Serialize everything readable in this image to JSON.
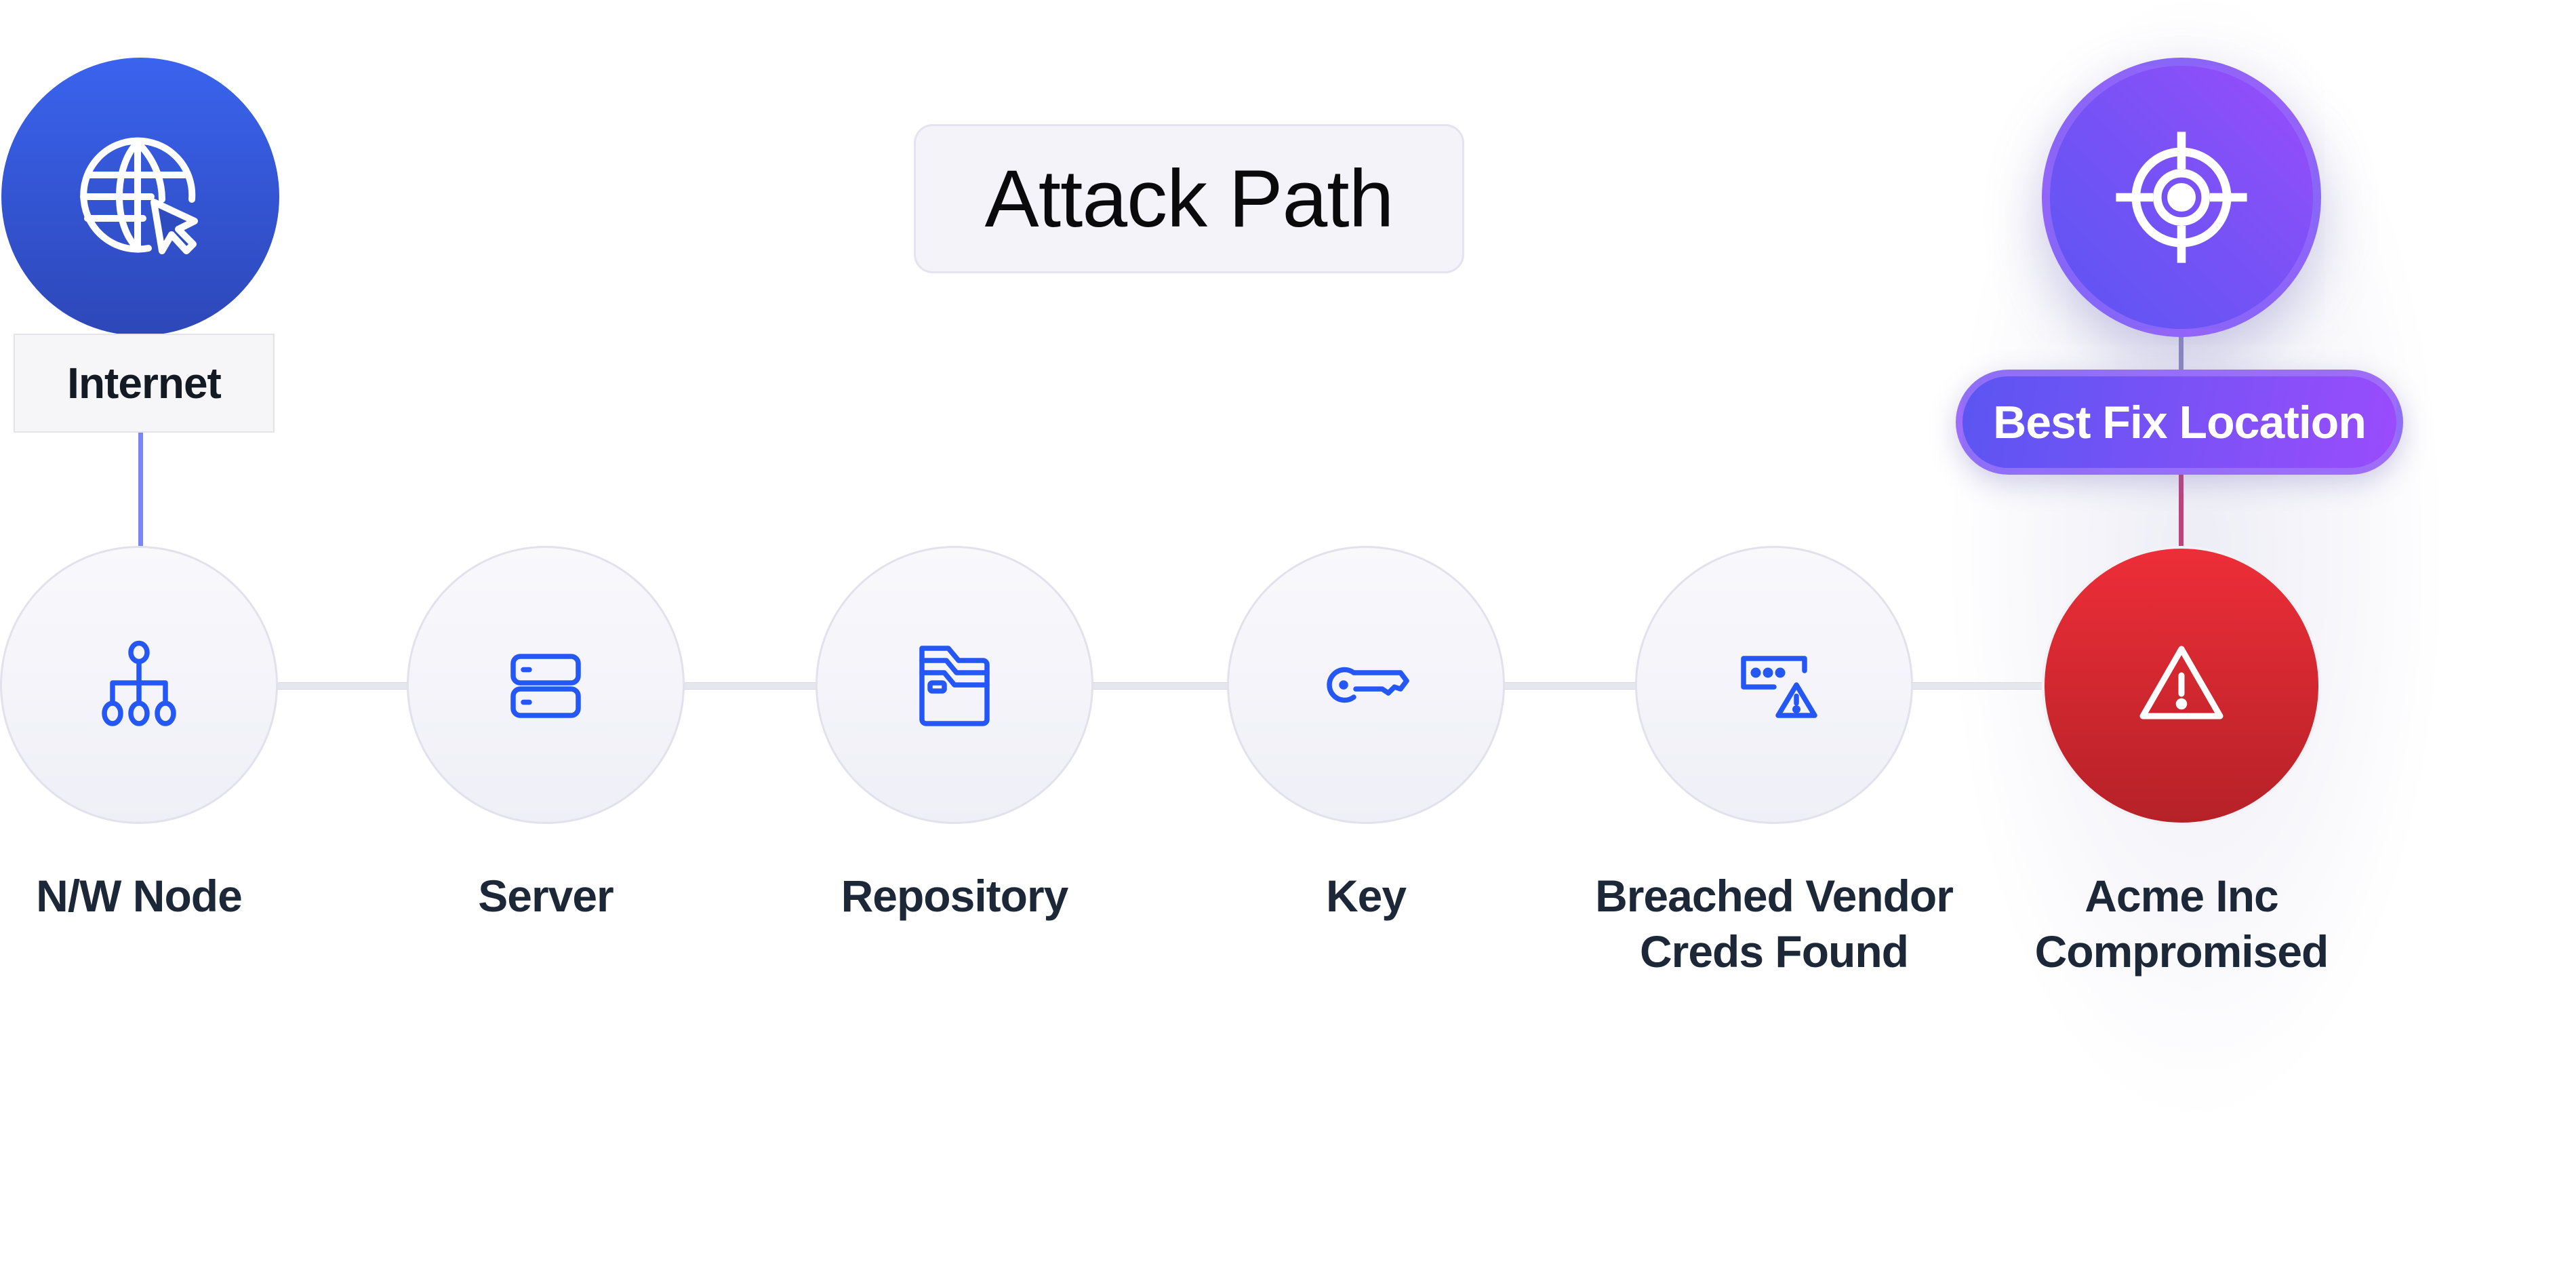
{
  "title": "Attack Path",
  "source_node": {
    "label": "Internet",
    "icon": "globe-cursor-icon",
    "color": "#3458e0"
  },
  "target_node": {
    "icon": "crosshair-target-icon",
    "badge_label": "Best Fix Location",
    "color": "#7a52f6"
  },
  "path_nodes": [
    {
      "label_line1": "N/W Node",
      "label_line2": "",
      "icon": "network-hierarchy-icon"
    },
    {
      "label_line1": "Server",
      "label_line2": "",
      "icon": "server-stack-icon"
    },
    {
      "label_line1": "Repository",
      "label_line2": "",
      "icon": "folder-icon"
    },
    {
      "label_line1": "Key",
      "label_line2": "",
      "icon": "key-icon"
    },
    {
      "label_line1": "Breached Vendor",
      "label_line2": "Creds Found",
      "icon": "password-warning-icon"
    },
    {
      "label_line1": "Acme Inc",
      "label_line2": "Compromised",
      "icon": "warning-triangle-icon",
      "status": "compromised",
      "color": "#e0272f"
    }
  ],
  "colors": {
    "icon_blue": "#2457f5",
    "label_text": "#1c2738",
    "compromised_red": "#e0272f",
    "fix_purple": "#7a52f6"
  }
}
